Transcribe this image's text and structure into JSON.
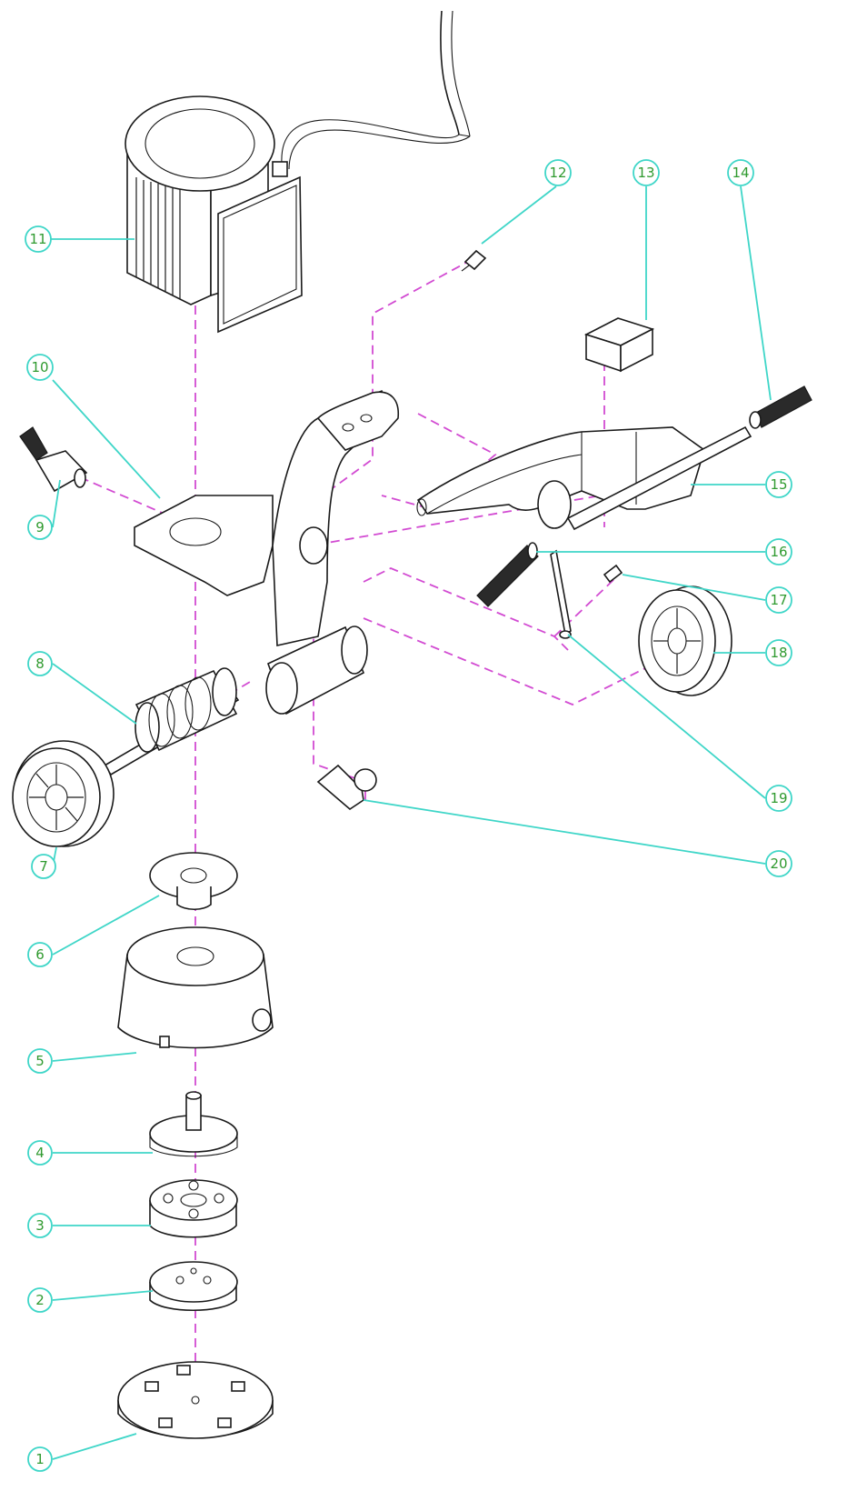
{
  "diagram": {
    "colors": {
      "line": "#1a1a1a",
      "assembly_axis": "#d24bd2",
      "leader": "#3fd6c8",
      "callout_text": "#2f9a2f"
    },
    "callouts": [
      {
        "id": "1",
        "label": "1"
      },
      {
        "id": "2",
        "label": "2"
      },
      {
        "id": "3",
        "label": "3"
      },
      {
        "id": "4",
        "label": "4"
      },
      {
        "id": "5",
        "label": "5"
      },
      {
        "id": "6",
        "label": "6"
      },
      {
        "id": "7",
        "label": "7"
      },
      {
        "id": "8",
        "label": "8"
      },
      {
        "id": "9",
        "label": "9"
      },
      {
        "id": "10",
        "label": "10"
      },
      {
        "id": "11",
        "label": "11"
      },
      {
        "id": "12",
        "label": "12"
      },
      {
        "id": "13",
        "label": "13"
      },
      {
        "id": "14",
        "label": "14"
      },
      {
        "id": "15",
        "label": "15"
      },
      {
        "id": "16",
        "label": "16"
      },
      {
        "id": "17",
        "label": "17"
      },
      {
        "id": "18",
        "label": "18"
      },
      {
        "id": "19",
        "label": "19"
      },
      {
        "id": "20",
        "label": "20"
      }
    ]
  }
}
